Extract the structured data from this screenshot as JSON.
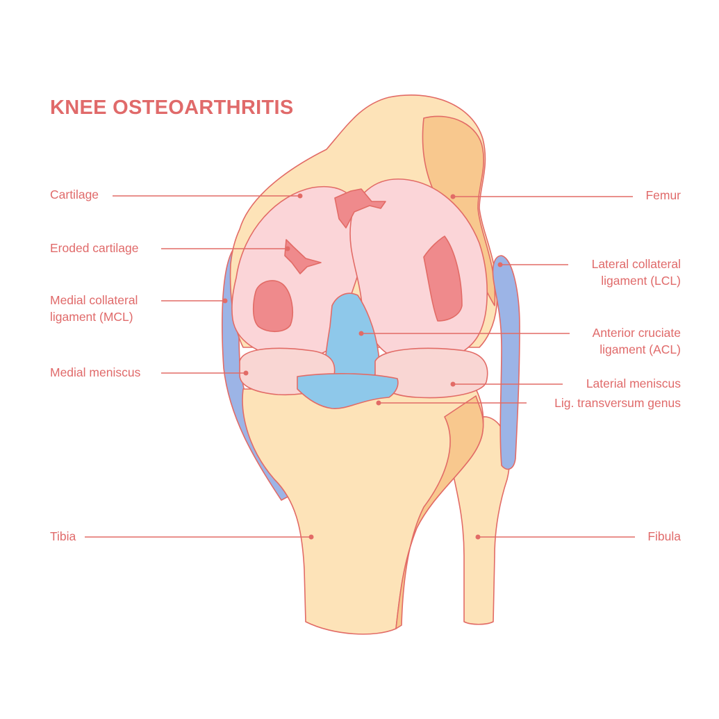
{
  "title": "KNEE OSTEOARTHRITIS",
  "colors": {
    "label": "#e06a6a",
    "outline": "#e26b66",
    "bone": "#fde3b8",
    "bone_shadow": "#f8c88e",
    "cartilage": "#fbd5d8",
    "erosion": "#ef8a8c",
    "ligament": "#9cb4e6",
    "acl": "#8ec8ea",
    "meniscus": "#f9d6d3"
  },
  "labels": {
    "cartilage": "Cartilage",
    "eroded_cartilage": "Eroded cartilage",
    "mcl_line1": "Medial collateral",
    "mcl_line2": "ligament (MCL)",
    "medial_meniscus": "Medial meniscus",
    "tibia": "Tibia",
    "femur": "Femur",
    "lcl_line1": "Lateral collateral",
    "lcl_line2": "ligament (LCL)",
    "acl_line1": "Anterior cruciate",
    "acl_line2": "ligament (ACL)",
    "lateral_meniscus": "Laterial meniscus",
    "lig_transversum": "Lig. transversum genus",
    "fibula": "Fibula"
  }
}
